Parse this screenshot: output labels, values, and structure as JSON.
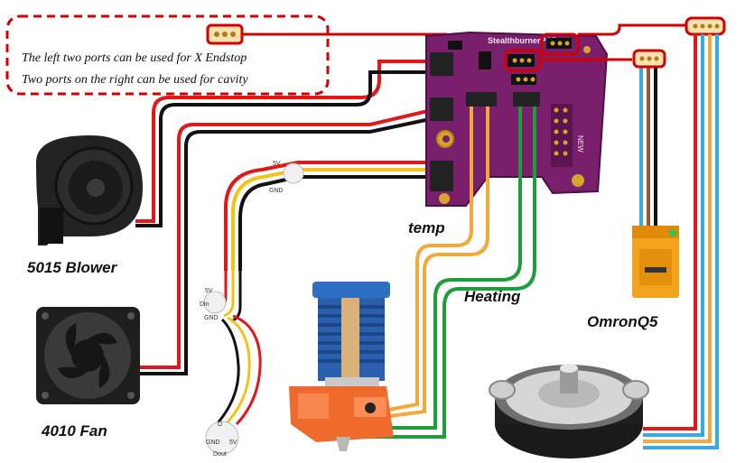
{
  "notes": {
    "line1": "The left two ports can be used for X Endstop",
    "line2": "Two ports on the right can be used for cavity"
  },
  "labels": {
    "blower": "5015 Blower",
    "fan": "4010 Fan",
    "temp": "temp",
    "heating": "Heating",
    "sensor": "OmronQ5"
  },
  "board": {
    "title": "StealthburnerPCB",
    "side_text": "NEW"
  },
  "led": {
    "v5": "5V",
    "gnd": "GND",
    "din": "Din",
    "dout": "Dout",
    "d": "D"
  },
  "colors": {
    "red": "#e01818",
    "black": "#111111",
    "yellow": "#f0c419",
    "orange": "#f2a93b",
    "green": "#1f9d3a",
    "blue": "#39a9e0",
    "brown": "#a0522d",
    "pcb": "#7a1f6b",
    "highlight": "#d40000"
  }
}
